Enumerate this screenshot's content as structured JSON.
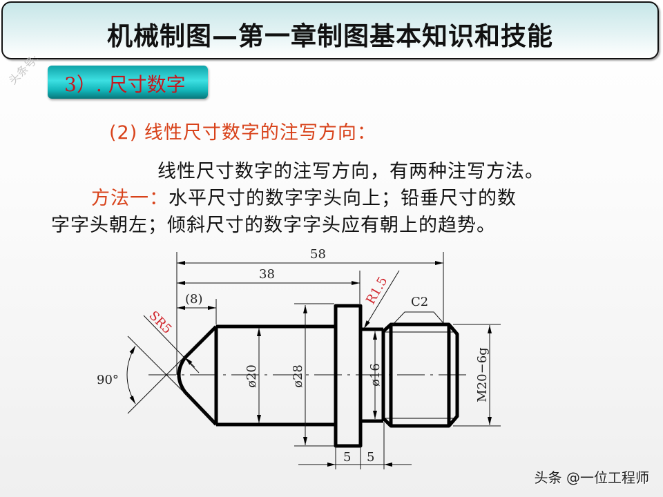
{
  "header": {
    "title": "机械制图—第一章制图基本知识和技能"
  },
  "section": {
    "label": "3）. 尺寸数字"
  },
  "subheading": "(2)  线性尺寸数字的注写方向：",
  "body": {
    "line1": "线性尺寸数字的注写方向，有两种注写方法。",
    "method_label": "方法一：",
    "line2_rest": "水平尺寸的数字字头向上；铅垂尺寸的数",
    "line3": "字字头朝左；倾斜尺寸的数字字头应有朝上的趋势。"
  },
  "drawing": {
    "dimensions": {
      "overall_length": "58",
      "shoulder_length": "38",
      "cone_length": "(8)",
      "sphere_radius": "SR5",
      "fillet_radius": "R1.5",
      "chamfer": "C2",
      "cone_angle": "90°",
      "dia_body": "ø20",
      "dia_collar": "ø28",
      "dia_neck": "ø16",
      "thread": "M20−6g",
      "collar_width": "5",
      "neck_width": "5"
    },
    "colors": {
      "outline": "#000000",
      "dim_line": "#111111",
      "red_text": "#d0232a"
    }
  },
  "watermarks": {
    "diagonal": "头条号:",
    "footer": "头条 @一位工程师"
  }
}
